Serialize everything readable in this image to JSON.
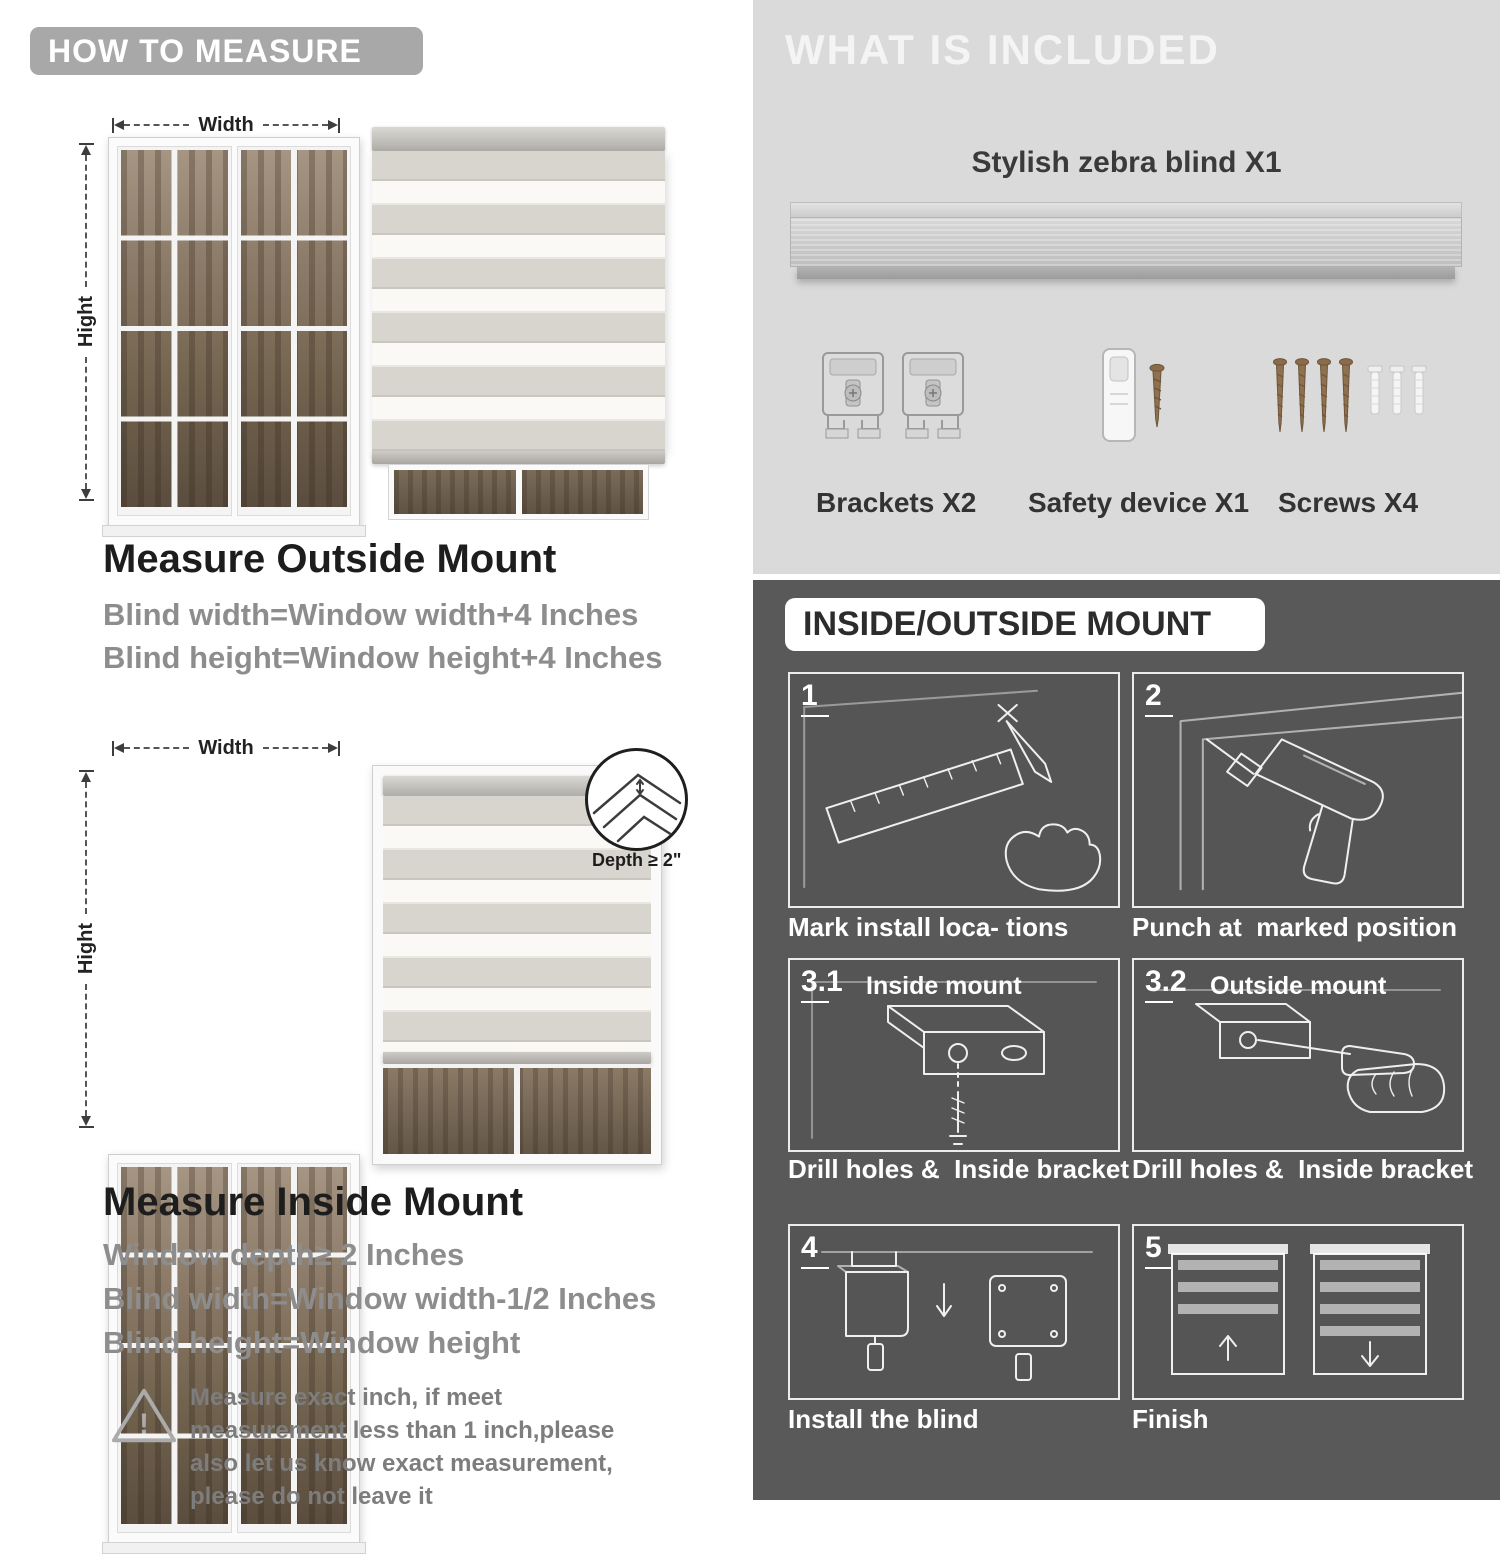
{
  "measure": {
    "header": "HOW TO MEASURE",
    "width_label": "Width",
    "height_label": "Hight",
    "outside": {
      "title": "Measure Outside Mount",
      "lines": [
        "Blind width=Window width+4 Inches",
        "Blind height=Window height+4 Inches"
      ]
    },
    "inside": {
      "depth_callout": "Depth ≥ 2\"",
      "title": "Measure Inside Mount",
      "lines": [
        "Window depth≥ 2 Inches",
        "Blind width=Window width-1/2 Inches",
        "Blind height=Window height"
      ]
    },
    "warning_icon": "!",
    "warning_text": "Measure exact inch, if meet measurement less than 1 inch,please also let us know exact measurement, please do not leave it"
  },
  "included": {
    "header": "WHAT IS INCLUDED",
    "blind_label": "Stylish zebra blind X1",
    "items": [
      {
        "label": "Brackets X2"
      },
      {
        "label": "Safety device X1"
      },
      {
        "label": "Screws X4"
      }
    ]
  },
  "mount": {
    "header": "INSIDE/OUTSIDE MOUNT",
    "steps": [
      {
        "num": "1",
        "tag": "",
        "caption": "Mark install loca- tions"
      },
      {
        "num": "2",
        "tag": "",
        "caption": "Punch at  marked position"
      },
      {
        "num": "3.1",
        "tag": "Inside mount",
        "caption": "Drill holes &  Inside bracket"
      },
      {
        "num": "3.2",
        "tag": "Outside mount",
        "caption": "Drill holes &  Inside bracket"
      },
      {
        "num": "4",
        "tag": "",
        "caption": "Install the blind"
      },
      {
        "num": "5",
        "tag": "",
        "caption": "Finish"
      }
    ]
  },
  "colors": {
    "banner_gray": "#a8a8a8",
    "light_section_bg": "#dadada",
    "dark_section_bg": "#595959",
    "heading_dark": "#1d1d1d",
    "body_gray": "#8d8d8d",
    "stripe_solid": "#d8d5ce",
    "stripe_sheer": "#faf9f6"
  }
}
